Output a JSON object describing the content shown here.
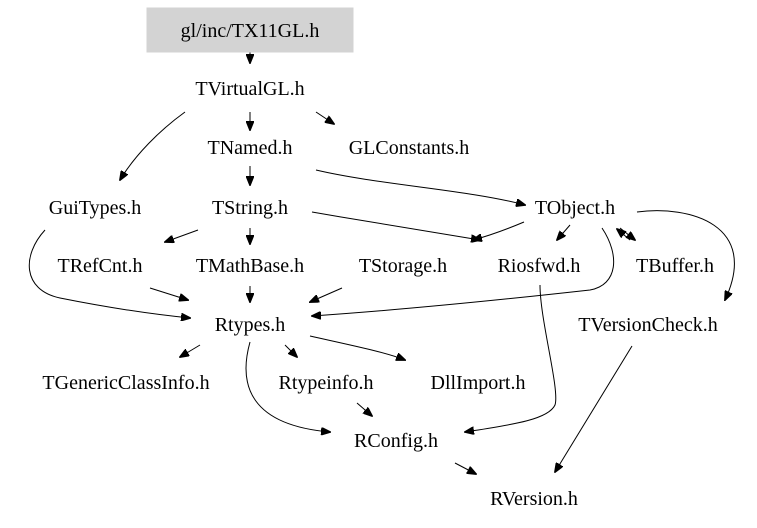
{
  "nodes": {
    "root": "gl/inc/TX11GL.h",
    "tvirtualgl": "TVirtualGL.h",
    "tnamed": "TNamed.h",
    "glconstants": "GLConstants.h",
    "guitypes": "GuiTypes.h",
    "tstring": "TString.h",
    "tobject": "TObject.h",
    "trefcnt": "TRefCnt.h",
    "tmathbase": "TMathBase.h",
    "tstorage": "TStorage.h",
    "riosfwd": "Riosfwd.h",
    "tbuffer": "TBuffer.h",
    "rtypes": "Rtypes.h",
    "tversioncheck": "TVersionCheck.h",
    "tgenericclassinfo": "TGenericClassInfo.h",
    "rtypeinfo": "Rtypeinfo.h",
    "dllimport": "DllImport.h",
    "rconfig": "RConfig.h",
    "rversion": "RVersion.h"
  },
  "colors": {
    "root_fill": "#d3d3d3",
    "edge": "#000000",
    "text": "#000000",
    "background": "#ffffff"
  }
}
